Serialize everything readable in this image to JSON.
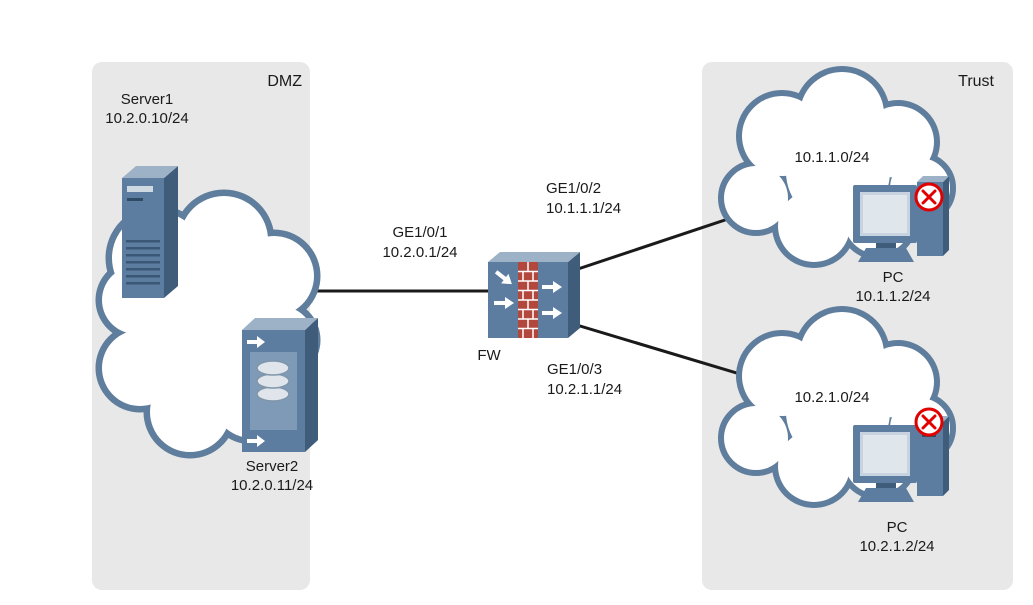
{
  "zones": {
    "dmz": {
      "label": "DMZ"
    },
    "trust": {
      "label": "Trust"
    }
  },
  "devices": {
    "server1": {
      "name": "Server1",
      "ip": "10.2.0.10/24"
    },
    "server2": {
      "name": "Server2",
      "ip": "10.2.0.11/24"
    },
    "firewall": {
      "name": "FW"
    },
    "pc1": {
      "name": "PC",
      "ip": "10.1.1.2/24"
    },
    "pc2": {
      "name": "PC",
      "ip": "10.2.1.2/24"
    }
  },
  "interfaces": {
    "ge101": {
      "name": "GE1/0/1",
      "ip": "10.2.0.1/24"
    },
    "ge102": {
      "name": "GE1/0/2",
      "ip": "10.1.1.1/24"
    },
    "ge103": {
      "name": "GE1/0/3",
      "ip": "10.2.1.1/24"
    }
  },
  "networks": {
    "subnet1": {
      "ip": "10.1.1.0/24"
    },
    "subnet2": {
      "ip": "10.2.1.0/24"
    }
  },
  "icons": {
    "server1": "tower-server-icon",
    "server2": "database-server-icon",
    "firewall": "firewall-icon",
    "pc": "pc-icon",
    "blocked": "blocked-icon",
    "cloud": "cloud-icon"
  },
  "colors": {
    "zone_background": "#e8e8e8",
    "cloud_outline": "#5f7d9c",
    "cloud_fill": "#ffffff",
    "device_body": "#5c7da0",
    "device_side": "#3f5d7a",
    "device_top": "#9db2c6",
    "firewall_brick": "#b2473e",
    "connection_line": "#1a1a1a",
    "blocked_red": "#e10000",
    "text": "#1a1a1a"
  }
}
